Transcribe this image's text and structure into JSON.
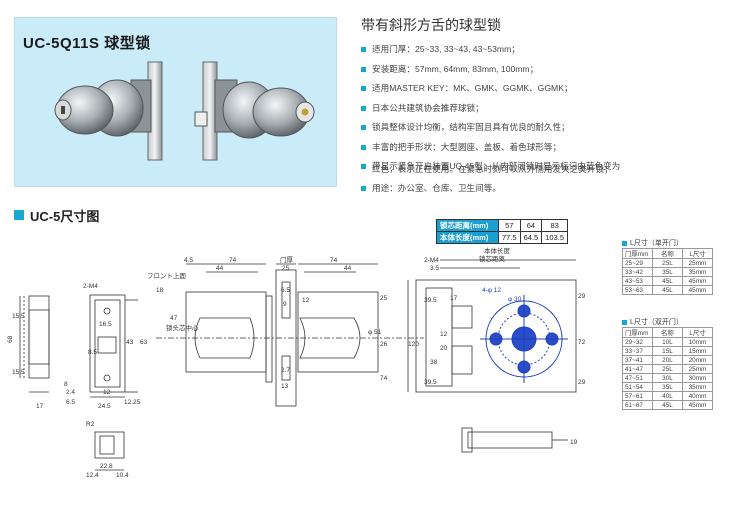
{
  "header": {
    "product_title": "UC-5Q11S 球型锁",
    "features_title": "带有斜形方舌的球型锁"
  },
  "features": [
    "适用门厚：25~33, 33~43, 43~53mm；",
    "安装距离：57mm, 64mm, 83mm, 100mm；",
    "适用MASTER KEY：MK、GMK、GGMK、GGMK；",
    "日本公共建筑协会推荐球锁；",
    "锁具整体设计均衡，结构牢固且具有优良的耐久性；",
    "丰富的把手形状：大型圆座、盖板、着色球形等；",
    "带显示紧急开启装置UC-45型：从内部闭锁时显示标记由蓝色变为"
  ],
  "feature_continuation": "红色，表示正在使用。在紧急时刻可以从外侧用发夹之类开锁；",
  "feature_last": "用途：办公室、仓库、卫生间等。",
  "section": {
    "title": "UC-5尺寸图"
  },
  "spec_table": {
    "rows": [
      {
        "label": "锁芯距离(mm)",
        "values": [
          "57",
          "64",
          "83"
        ]
      },
      {
        "label": "本体长度(mm)",
        "values": [
          "77.5",
          "64.5",
          "103.5"
        ]
      }
    ]
  },
  "door_table_single": {
    "caption": "L尺寸（单开门）",
    "header": [
      "门厚mm",
      "名称",
      "L尺寸"
    ],
    "rows": [
      [
        "25~29",
        "25L",
        "25mm"
      ],
      [
        "33~42",
        "35L",
        "35mm"
      ],
      [
        "43~53",
        "45L",
        "45mm"
      ],
      [
        "53~63",
        "45L",
        "45mm"
      ]
    ]
  },
  "door_table_double": {
    "caption": "L尺寸（双开门）",
    "header": [
      "门厚mm",
      "名称",
      "L尺寸"
    ],
    "rows": [
      [
        "29~32",
        "10L",
        "10mm"
      ],
      [
        "33~37",
        "15L",
        "15mm"
      ],
      [
        "37~41",
        "20L",
        "20mm"
      ],
      [
        "41~47",
        "25L",
        "25mm"
      ],
      [
        "47~51",
        "30L",
        "30mm"
      ],
      [
        "51~54",
        "35L",
        "35mm"
      ],
      [
        "57~61",
        "40L",
        "40mm"
      ],
      [
        "61~67",
        "45L",
        "45mm"
      ]
    ]
  },
  "drawing_labels": {
    "front_label": "フロント上面",
    "lock_center": "锁头芯中心",
    "door_thickness": "门厚",
    "body_length": "本体长度",
    "backset": "锁芯距离",
    "thread": "2-M4",
    "dims_front": [
      "15.5",
      "68",
      "15.5",
      "8",
      "2.4",
      "17"
    ],
    "dims_latch": [
      "2-M4",
      "16.5",
      "8.5",
      "43",
      "63",
      "12",
      "12.25",
      "24.5",
      "6.5"
    ],
    "dims_side": [
      "4.5",
      "74",
      "44",
      "18",
      "47",
      "25",
      "6.5",
      "9",
      "2.7",
      "13",
      "74",
      "44",
      "25",
      "26",
      "74",
      "12",
      "φ 51"
    ],
    "dims_body": [
      "3.5",
      "17",
      "39.5",
      "12",
      "20",
      "120",
      "38",
      "39.5",
      "72",
      "29",
      "29",
      "φ 30",
      "4-φ 12"
    ],
    "dims_strike": [
      "R2",
      "12.4",
      "22.8",
      "10.4"
    ],
    "dims_key": [
      "19"
    ]
  }
}
